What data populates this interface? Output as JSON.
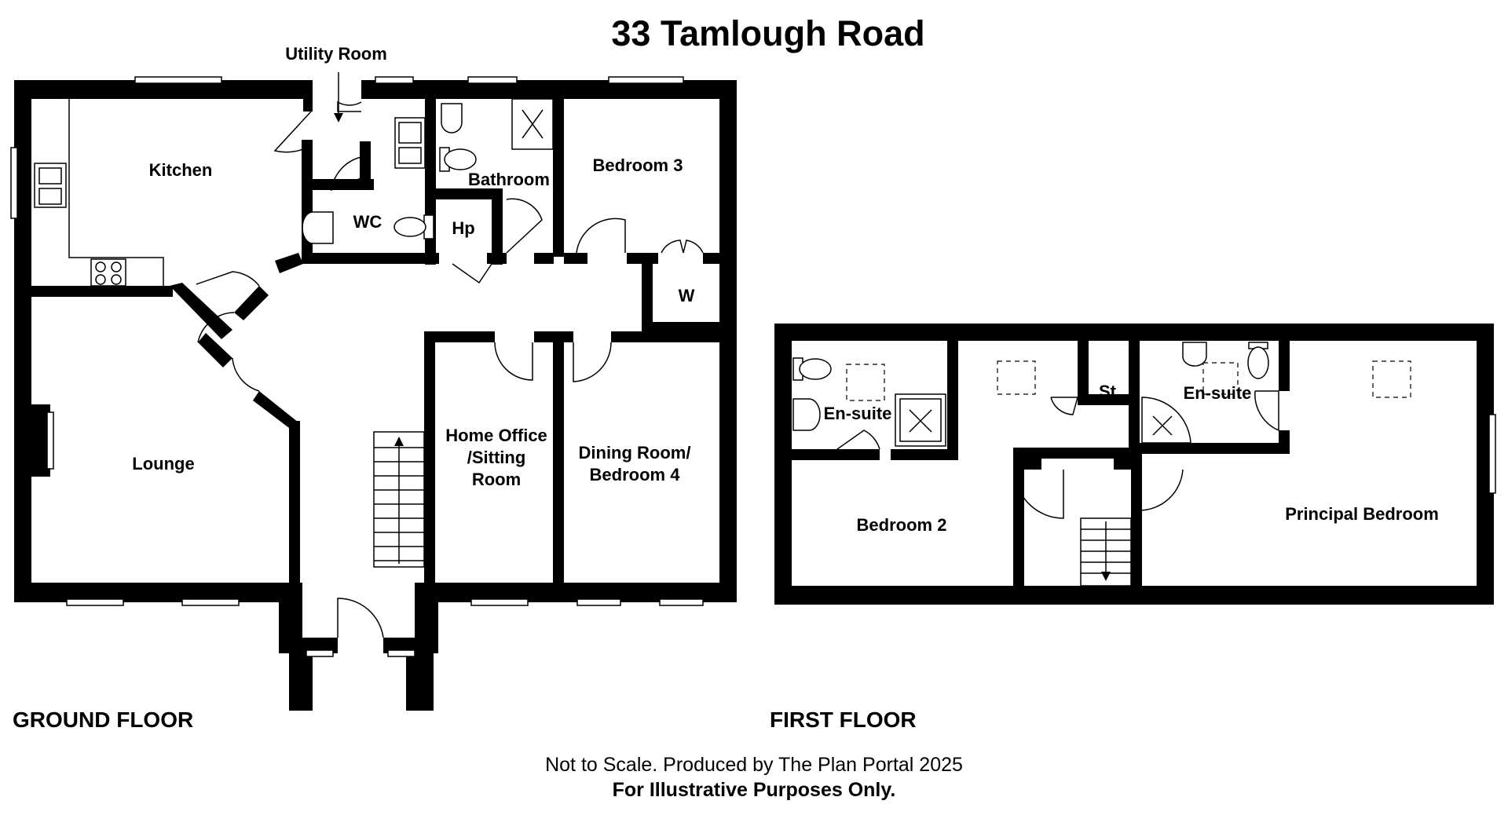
{
  "title": "33 Tamlough Road",
  "floors": {
    "ground": {
      "label": "GROUND FLOOR",
      "rooms": {
        "utility": "Utility Room",
        "kitchen": "Kitchen",
        "bathroom": "Bathroom",
        "bedroom3": "Bedroom 3",
        "wc": "WC",
        "hp": "Hp",
        "w": "W",
        "lounge": "Lounge",
        "office_line1": "Home Office",
        "office_line2": "/Sitting",
        "office_line3": "Room",
        "dining_line1": "Dining Room/",
        "dining_line2": "Bedroom 4"
      }
    },
    "first": {
      "label": "FIRST FLOOR",
      "rooms": {
        "ensuite_left": "En-suite",
        "ensuite_right": "En-suite",
        "st": "St",
        "bedroom2": "Bedroom 2",
        "principal": "Principal Bedroom"
      }
    }
  },
  "footer": {
    "line1": "Not to Scale. Produced by The Plan Portal 2025",
    "line2": "For Illustrative Purposes Only."
  },
  "colors": {
    "walls": "#000000",
    "background": "#ffffff"
  }
}
